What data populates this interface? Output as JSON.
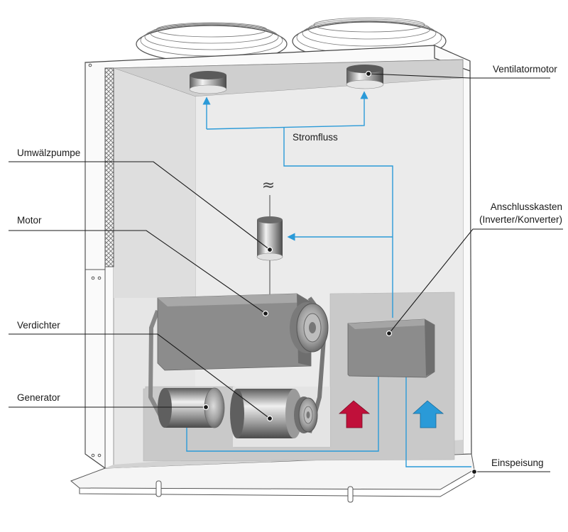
{
  "labels": {
    "ventilatormotor": "Ventilatormotor",
    "stromfluss": "Stromfluss",
    "umwaelzpumpe": "Umwälzpumpe",
    "motor": "Motor",
    "anschlusskasten_line1": "Anschlusskasten",
    "anschlusskasten_line2": "(Inverter/Konverter)",
    "verdichter": "Verdichter",
    "generator": "Generator",
    "einspeisung": "Einspeisung"
  },
  "symbols": {
    "ac_symbol": "≈"
  },
  "colors": {
    "current_flow": "#2a9ad8",
    "hot_arrow": "#c0103a",
    "cold_arrow": "#2a9ad8",
    "housing_interior": "#e6e6e6",
    "component_gray": "#8c8c8c",
    "leader_line": "#1a1a1a"
  },
  "icons": {
    "fan": "fan-grille-icon",
    "hot_air": "up-arrow-red-icon",
    "cold_air": "up-arrow-blue-icon"
  }
}
